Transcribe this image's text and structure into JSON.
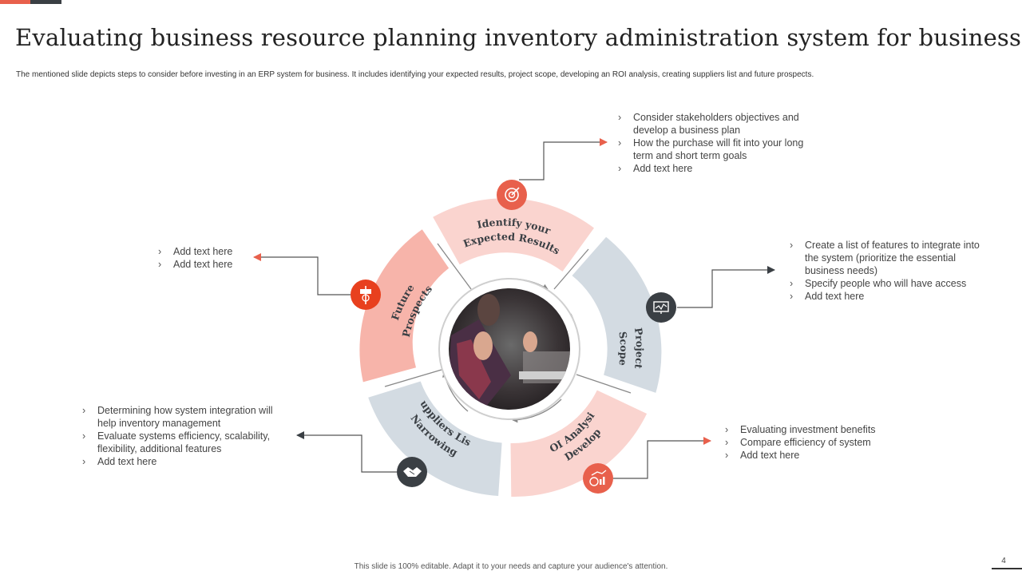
{
  "title": "Evaluating business resource planning inventory administration system for business",
  "subtitle": "The mentioned  slide depicts steps to consider before investing in an ERP  system for business. It includes identifying your expected results, project scope, developing an ROI analysis, creating suppliers list and future prospects.",
  "colors": {
    "accent": "#e8604c",
    "dark": "#3a3f44",
    "salmon_light": "#fad4cf",
    "salmon": "#f7b4aa",
    "grey_blue": "#d3dbe2"
  },
  "segments": [
    {
      "label_line1": "Identify your",
      "label_line2": "Expected Results",
      "icon": "target-icon",
      "bullets": [
        "Consider stakeholders objectives and develop  a business plan",
        "How the purchase will fit into your long term and short term goals",
        "Add text here"
      ]
    },
    {
      "label_line1": "Project",
      "label_line2": "Scope",
      "icon": "monitor-chart-icon",
      "bullets": [
        "Create a list of features to integrate into the system (prioritize the essential business needs)",
        "Specify people who will have access",
        "Add text here"
      ]
    },
    {
      "label_line1": "Develop",
      "label_line2": "ROI Analysis",
      "icon": "money-growth-icon",
      "bullets": [
        "Evaluating investment benefits",
        "Compare  efficiency of system",
        "Add text here"
      ]
    },
    {
      "label_line1": "Narrowing",
      "label_line2": "Suppliers List",
      "icon": "handshake-icon",
      "bullets": [
        "Determining how system integration will help inventory management",
        "Evaluate  systems efficiency, scalability, flexibility, additional features",
        "Add text here"
      ]
    },
    {
      "label_line1": "Future",
      "label_line2": "Prospects",
      "icon": "signpost-icon",
      "bullets": [
        "Add text here",
        "Add text here"
      ]
    }
  ],
  "footer": "This slide is 100% editable.  Adapt it to your needs and capture your audience's attention.",
  "page_number": "4"
}
